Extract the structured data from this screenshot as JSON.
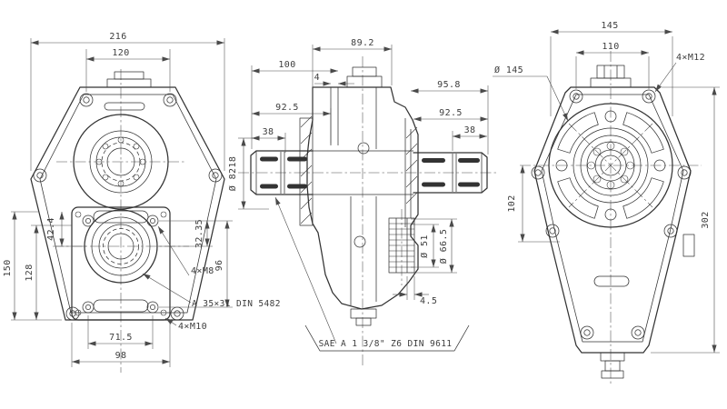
{
  "colors": {
    "background": "#ffffff",
    "line": "#333333",
    "dim": "#4a4a4a",
    "text": "#3d3d3d"
  },
  "front_view": {
    "dim_overall_width": "216",
    "dim_top_bolt_spacing": "120",
    "dim_height_overall": "150",
    "dim_height_flange": "128",
    "dim_center_offset": "42.4",
    "dim_bolt_offset": "32.35",
    "dim_flange_bolt_height": "96",
    "label_thread_m8": "4×M8",
    "note_spline": "A 35×31 DIN 5482",
    "label_thread_m10": "4×M10",
    "dim_bolt_spacing": "71.5",
    "dim_flange_width": "98"
  },
  "side_view": {
    "dim_housing_width": "89.2",
    "dim_shaft_left": "100",
    "dim_step": "4",
    "dim_left_92": "92.5",
    "dim_right_95": "95.8",
    "dim_right_92": "92.5",
    "dim_spline_left": "38",
    "dim_spline_right": "38",
    "dia_shaft": "Ø 8218",
    "dia_gear_inner": "Ø 51",
    "dia_gear_outer": "Ø 66.5",
    "dim_gear_offset": "4.5",
    "note_pto": "SAE A 1 3/8\" Z6 DIN 9611"
  },
  "back_view": {
    "dim_overall_width": "145",
    "dim_top_bolt_spacing": "110",
    "label_thread_m12": "4×M12",
    "dia_pilot": "Ø 145",
    "dim_center_height": "102",
    "dim_height_overall": "302"
  }
}
